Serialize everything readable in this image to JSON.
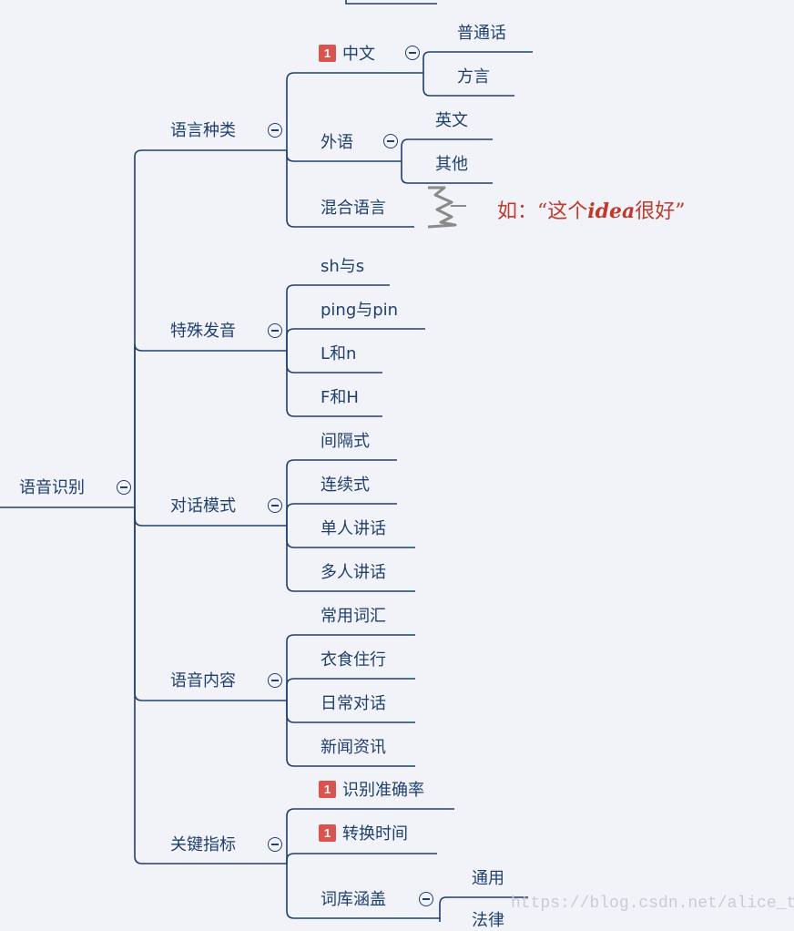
{
  "mindmap": {
    "root": "语音识别",
    "branches": [
      {
        "label": "语言种类",
        "children": [
          {
            "label": "中文",
            "priority": "1",
            "children": [
              "普通话",
              "方言"
            ]
          },
          {
            "label": "外语",
            "children": [
              "英文",
              "其他"
            ]
          },
          {
            "label": "混合语言",
            "note": "如：“这个",
            "note_em": "idea",
            "note_end": "很好”"
          }
        ]
      },
      {
        "label": "特殊发音",
        "children": [
          "sh与s",
          "ping与pin",
          "L和n",
          "F和H"
        ]
      },
      {
        "label": "对话模式",
        "children": [
          "间隔式",
          "连续式",
          "单人讲话",
          "多人讲话"
        ]
      },
      {
        "label": "语音内容",
        "children": [
          "常用词汇",
          "衣食住行",
          "日常对话",
          "新闻资讯"
        ]
      },
      {
        "label": "关键指标",
        "children": [
          {
            "label": "识别准确率",
            "priority": "1"
          },
          {
            "label": "转换时间",
            "priority": "1"
          },
          {
            "label": "词库涵盖",
            "children": [
              "通用",
              "法律"
            ]
          }
        ]
      }
    ]
  },
  "watermark": "https://blog.csdn.net/alice_tl",
  "colors": {
    "line": "#1f3f6e",
    "background": "#f2f3f8",
    "priority": "#d9534f",
    "note": "#c0392b"
  }
}
